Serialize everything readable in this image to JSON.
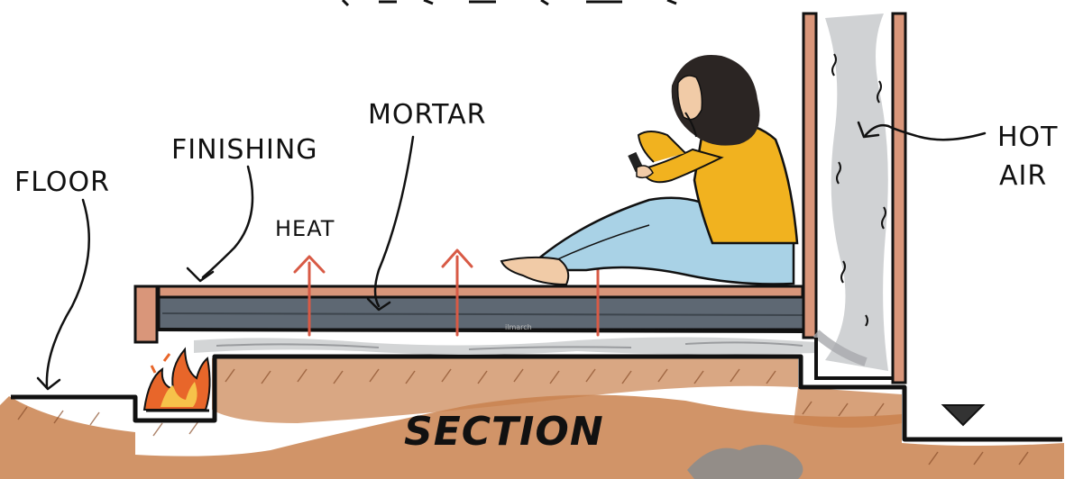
{
  "title_partial": "",
  "labels": {
    "floor": "FLOOR",
    "finishing": "FINISHING",
    "mortar": "MORTAR",
    "heat": "HEAT",
    "hot_air_line1": "HOT",
    "hot_air_line2": "AIR",
    "section": "SECTION",
    "watermark": "ilmarch"
  },
  "colors": {
    "ink": "#111111",
    "soil": "#c9814e",
    "soil_dark": "#a8643a",
    "finishing": "#d9967a",
    "mortar": "#5e6873",
    "smoke": "#c8cacc",
    "arrow": "#d85a45",
    "fire": "#e8662a",
    "shirt": "#f1b21f",
    "jeans": "#a9d2e6",
    "hair": "#2b2523",
    "skin": "#f1cba7",
    "rock": "#8c8c8c"
  }
}
